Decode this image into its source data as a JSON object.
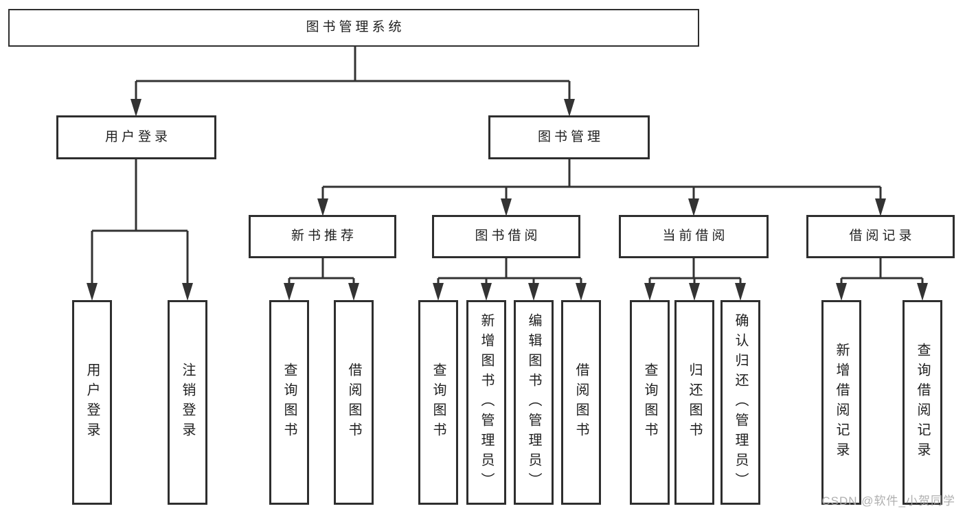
{
  "tree": {
    "root": {
      "label": "图书管理系统"
    },
    "branches": [
      {
        "label": "用户登录",
        "leaves": [
          {
            "label": "用户登录"
          },
          {
            "label": "注销登录"
          }
        ]
      },
      {
        "label": "图书管理",
        "sections": [
          {
            "label": "新书推荐",
            "leaves": [
              {
                "label": "查询图书"
              },
              {
                "label": "借阅图书"
              }
            ]
          },
          {
            "label": "图书借阅",
            "leaves": [
              {
                "label": "查询图书"
              },
              {
                "label": "新增图书（管理员）"
              },
              {
                "label": "编辑图书（管理员）"
              },
              {
                "label": "借阅图书"
              }
            ]
          },
          {
            "label": "当前借阅",
            "leaves": [
              {
                "label": "查询图书"
              },
              {
                "label": "归还图书"
              },
              {
                "label": "确认归还（管理员）"
              }
            ]
          },
          {
            "label": "借阅记录",
            "leaves": [
              {
                "label": "新增借阅记录"
              },
              {
                "label": "查询借阅记录"
              }
            ]
          }
        ]
      }
    ]
  },
  "watermark": {
    "text": "CSDN @软件_小贺同学"
  },
  "colors": {
    "background": "#ffffff",
    "box_border": "#2e2e2e",
    "connector": "#333333",
    "text": "#1f1f1f",
    "watermark": "#a8a8a8"
  }
}
